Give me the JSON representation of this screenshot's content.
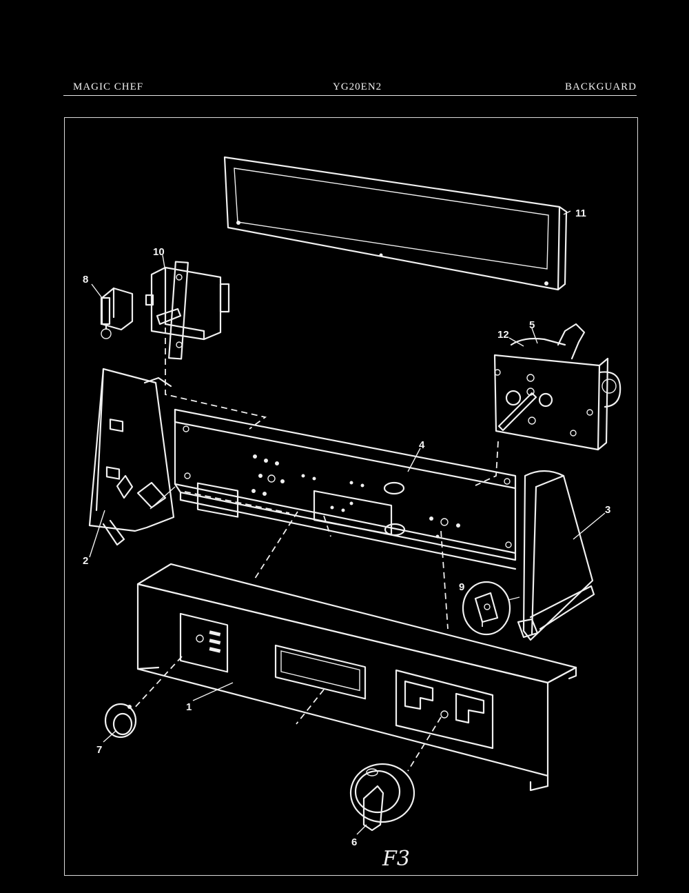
{
  "header": {
    "brand": "MAGIC CHEF",
    "model": "YG20EN2",
    "section": "BACKGUARD"
  },
  "callouts": {
    "p1": "1",
    "p2": "2",
    "p3": "3",
    "p4": "4",
    "p5": "5",
    "p6": "6",
    "p7": "7",
    "p8": "8",
    "p9": "9",
    "p10": "10",
    "p11": "11",
    "p12": "12"
  },
  "annotation": {
    "handwritten": "F3"
  }
}
